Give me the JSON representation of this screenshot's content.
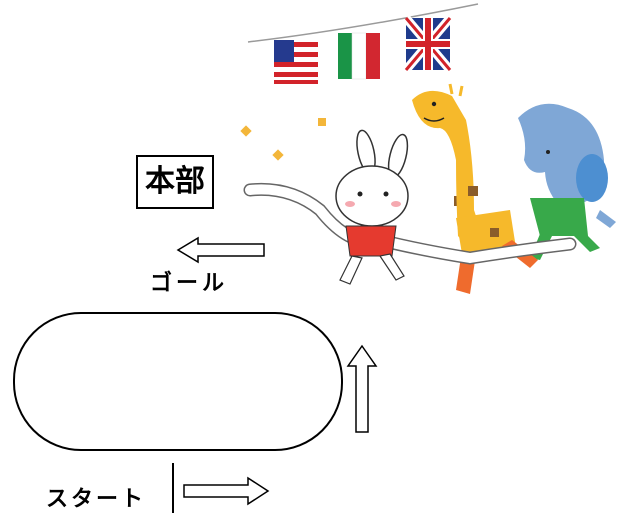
{
  "labels": {
    "headquarters": "本部",
    "goal": "ゴール",
    "start": "スタート"
  },
  "colors": {
    "line": "#000000",
    "rabbit_shirt": "#e53a2f",
    "giraffe": "#f6b92b",
    "giraffe_legs": "#ef6b2d",
    "elephant": "#7fa7d6",
    "elephant_shirt": "#38a94a",
    "confetti": "#f3b63a"
  },
  "icons": [
    "usa-flag-icon",
    "italy-flag-icon",
    "uk-flag-icon",
    "rabbit-illustration",
    "giraffe-illustration",
    "elephant-illustration"
  ]
}
